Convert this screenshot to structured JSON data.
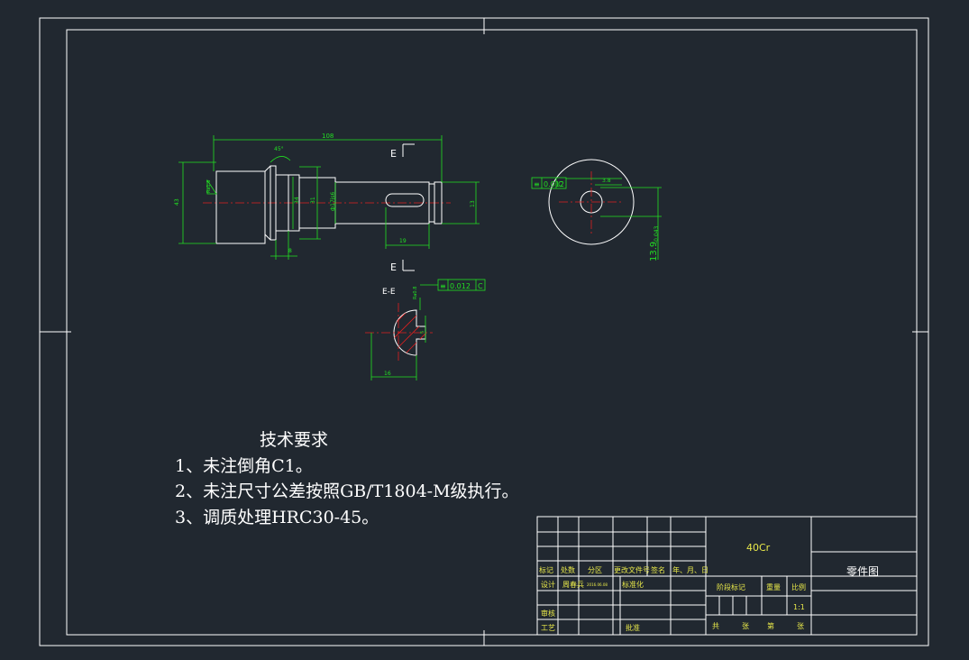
{
  "drawing": {
    "dimensions": {
      "length": "108",
      "chamfer_angle": "45°",
      "dia_large": "43",
      "dia_groove": "34",
      "dia_mid": "31",
      "dia_shaft": "ф17js6",
      "dia_end": "13",
      "keyway_len": "19",
      "step_len": "8",
      "ra_label": "Ra1.6",
      "ra_label2": "Ra0.8",
      "hole_off": "3.8",
      "hole_dim": "13.9",
      "hole_tol": "-0.043",
      "section_width": "16",
      "section_key": "5"
    },
    "section_label": "E",
    "section_view_label": "E-E",
    "tolerances": {
      "front": {
        "symbol": "≡",
        "value": "0.012",
        "datum": "C"
      },
      "section": {
        "symbol": "≡",
        "value": "0.012",
        "datum": "C"
      }
    }
  },
  "requirements": {
    "title": "技术要求",
    "items": [
      "1、未注倒角C1。",
      "2、未注尺寸公差按照GB/T1804-M级执行。",
      "3、调质处理HRC30-45。"
    ]
  },
  "title_block": {
    "material": "40Cr",
    "drawing_name": "零件图",
    "labels": {
      "mark": "标记",
      "count": "处数",
      "zone": "分区",
      "change_doc": "更改文件号",
      "sign": "签名",
      "date": "年、月、日",
      "design": "设计",
      "designer": "周春兵",
      "design_date": "2016.06.08",
      "standardize": "标准化",
      "stage": "阶段标记",
      "weight": "重量",
      "scale": "比例",
      "scale_value": "1:1",
      "review": "审核",
      "process": "工艺",
      "approve": "批准",
      "total": "共",
      "sheets": "张",
      "page": "第",
      "sheet2": "张"
    }
  }
}
